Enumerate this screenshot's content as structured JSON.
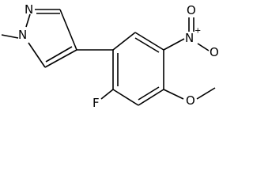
{
  "molecule": {
    "atoms": {
      "pyrazole_n2": "N",
      "pyrazole_n1": "N",
      "fluorine": "F",
      "nitro_n": "N",
      "nitro_charge": "+",
      "nitro_o_right": "O",
      "nitro_o_lower": "O",
      "methoxy_o": "O"
    }
  }
}
